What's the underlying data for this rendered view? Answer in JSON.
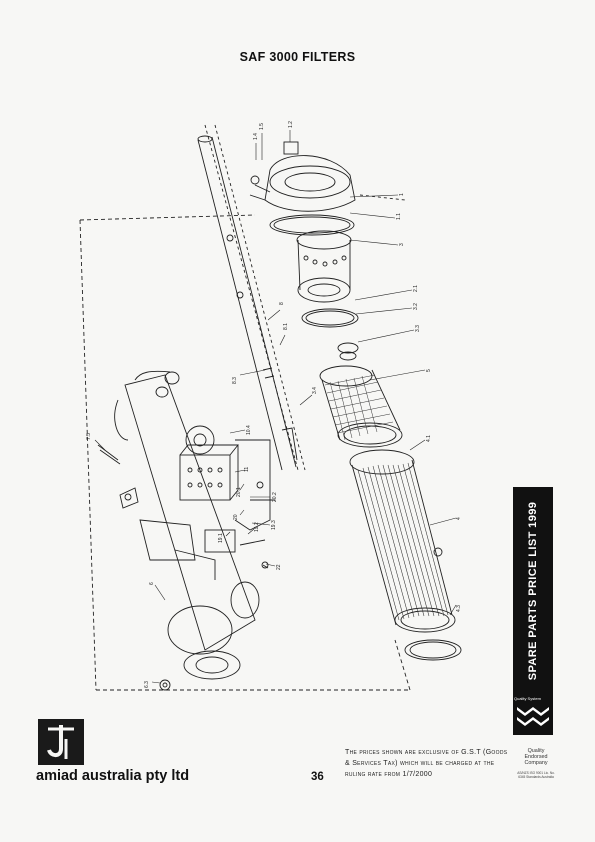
{
  "page": {
    "title": "SAF 3000 FILTERS",
    "page_number": "36",
    "company": "amiad australia pty ltd",
    "side_banner": "SPARE PARTS PRICE LIST 1999",
    "quality_system_label": "Quality System",
    "quality_company": "Quality Endorsed Company",
    "quality_small": "AS/NZS ISO 9001 Lic. No. 6345 Standards Australia",
    "notice": "The prices shown are exclusive of G.S.T (Goods & Services Tax) which will be charged at the ruling rate from 1/7/2000"
  },
  "callouts": {
    "c1": "1.4",
    "c2": "1.5",
    "c3": "1.2",
    "c4": "1",
    "c5": "1.1",
    "c6": "3",
    "c7": "2.1",
    "c8": "3.2",
    "c9": "3.3",
    "c10": "5",
    "c11": "8",
    "c12": "8.1",
    "c13": "8.3",
    "c14": "3.4",
    "c15": "4.1",
    "c16": "4",
    "c17": "4.3",
    "c18": "7.5",
    "c19": "10.4",
    "c20": "11",
    "c21": "20.1",
    "c22": "20.2",
    "c23": "20",
    "c24": "19.3",
    "c25": "19.2",
    "c26": "19.1",
    "c27": "22",
    "c28": "6",
    "c29": "6.3"
  }
}
